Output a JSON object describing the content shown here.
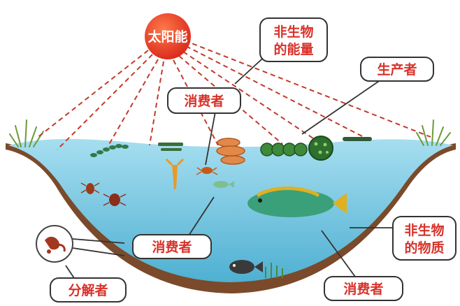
{
  "sun": {
    "label": "太阳能"
  },
  "callouts": {
    "abiotic_energy": {
      "line1": "非生物",
      "line2": "的能量"
    },
    "producer": {
      "label": "生产者"
    },
    "consumer_top": {
      "label": "消费者"
    },
    "consumer_middle": {
      "label": "消费者"
    },
    "consumer_bottom": {
      "label": "消费者"
    },
    "decomposer": {
      "label": "分解者"
    },
    "abiotic_matter": {
      "line1": "非生物",
      "line2": "的物质"
    }
  },
  "colors": {
    "sun": "#e8391f",
    "ray": "#c23a2a",
    "water": "#7ccbe0",
    "soil": "#7a4a2a",
    "callout_text": "#d8322a"
  }
}
